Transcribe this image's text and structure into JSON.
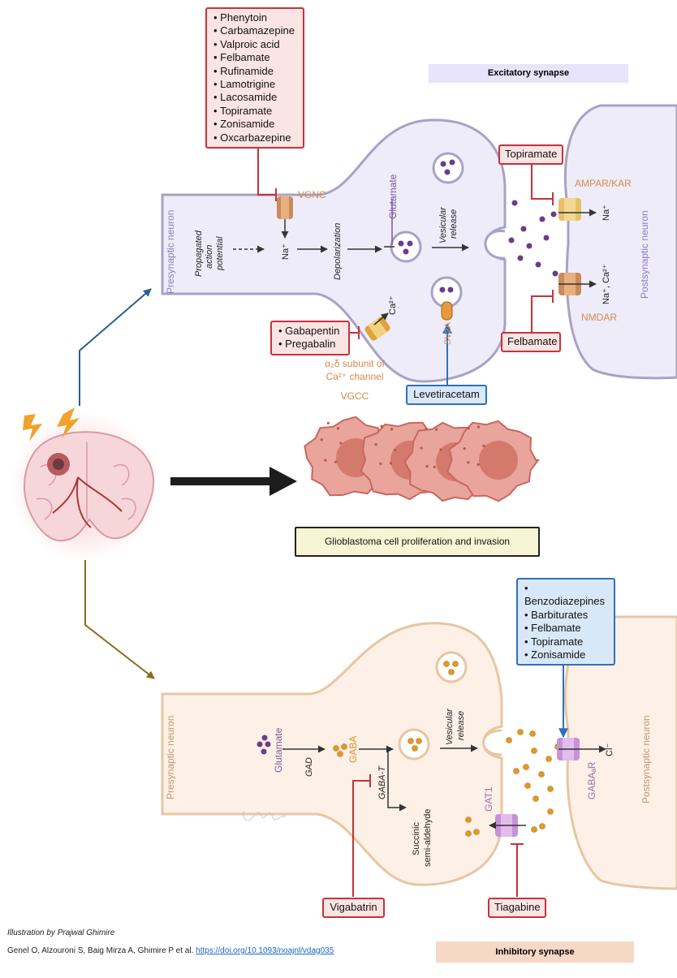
{
  "excitatory": {
    "banner": "Excitatory synapse",
    "presynaptic_label": "Presynaptic neuron",
    "postsynaptic_label": "Postsynaptic neuron",
    "vgnc_label": "VGNC",
    "propagated": [
      "Propagated",
      "action",
      "potential"
    ],
    "depolarization": "Depolarization",
    "glutamate": "Glutamate",
    "vesicular_release": [
      "Vesicular",
      "release"
    ],
    "sv2a": "SV2A",
    "ampar": "AMPAR/KAR",
    "nmdar": "NMDAR",
    "alpha2delta": [
      "α₂δ subunit of",
      "Ca²⁺ channel"
    ],
    "vgcc": "VGCC",
    "na_ion": "Na⁺",
    "ca_ion": "Ca²⁺",
    "na_ca_ion": "Na⁺, Ca²⁺",
    "vgnc_drugs": [
      "Phenytoin",
      "Carbamazepine",
      "Valproic acid",
      "Felbamate",
      "Rufinamide",
      "Lamotrigine",
      "Lacosamide",
      "Topiramate",
      "Zonisamide",
      "Oxcarbazepine"
    ],
    "topiramate": "Topiramate",
    "felbamate": "Felbamate",
    "gaba_drugs": [
      "Gabapentin",
      "Pregabalin"
    ],
    "levetiracetam": "Levetiracetam"
  },
  "middle": {
    "glioblastoma": "Glioblastoma cell proliferation and invasion"
  },
  "inhibitory": {
    "banner": "Inhibitory synapse",
    "presynaptic_label": "Presynaptic neuron",
    "postsynaptic_label": "Postsynaptic neuron",
    "glutamate": "Glutamate",
    "gad": "GAD",
    "gaba": "GABA",
    "gaba_t": "GABA-T",
    "succinic": [
      "Succinic",
      "semi-aldehyde"
    ],
    "vesicular_release": [
      "Vesicular",
      "release"
    ],
    "gaba_a_r": "GABAₐR",
    "gat1": "GAT1",
    "cl_ion": "Cl⁻",
    "gabaa_drugs": [
      "Benzodiazepines",
      "Barbiturates",
      "Felbamate",
      "Topiramate",
      "Zonisamide"
    ],
    "vigabatrin": "Vigabatrin",
    "tiagabine": "Tiagabine"
  },
  "footer": {
    "illustration": "Illustration by Prajwal Ghimire",
    "citation": "Genel O, Alzouroni S, Baig Mirza A, Ghimire P et al.",
    "doi": "https://doi.org/10.1093/noajnl/vdag035"
  },
  "colors": {
    "excitatory_cell": "#eeecf8",
    "excitatory_border": "#a8a2c6",
    "inhibitory_cell": "#fdf0e6",
    "inhibitory_border": "#e6c6a4",
    "red": "#c8323a",
    "blue": "#2f6fc0",
    "glutamate_dot": "#6a3d8a",
    "gaba_dot": "#e09a25"
  }
}
